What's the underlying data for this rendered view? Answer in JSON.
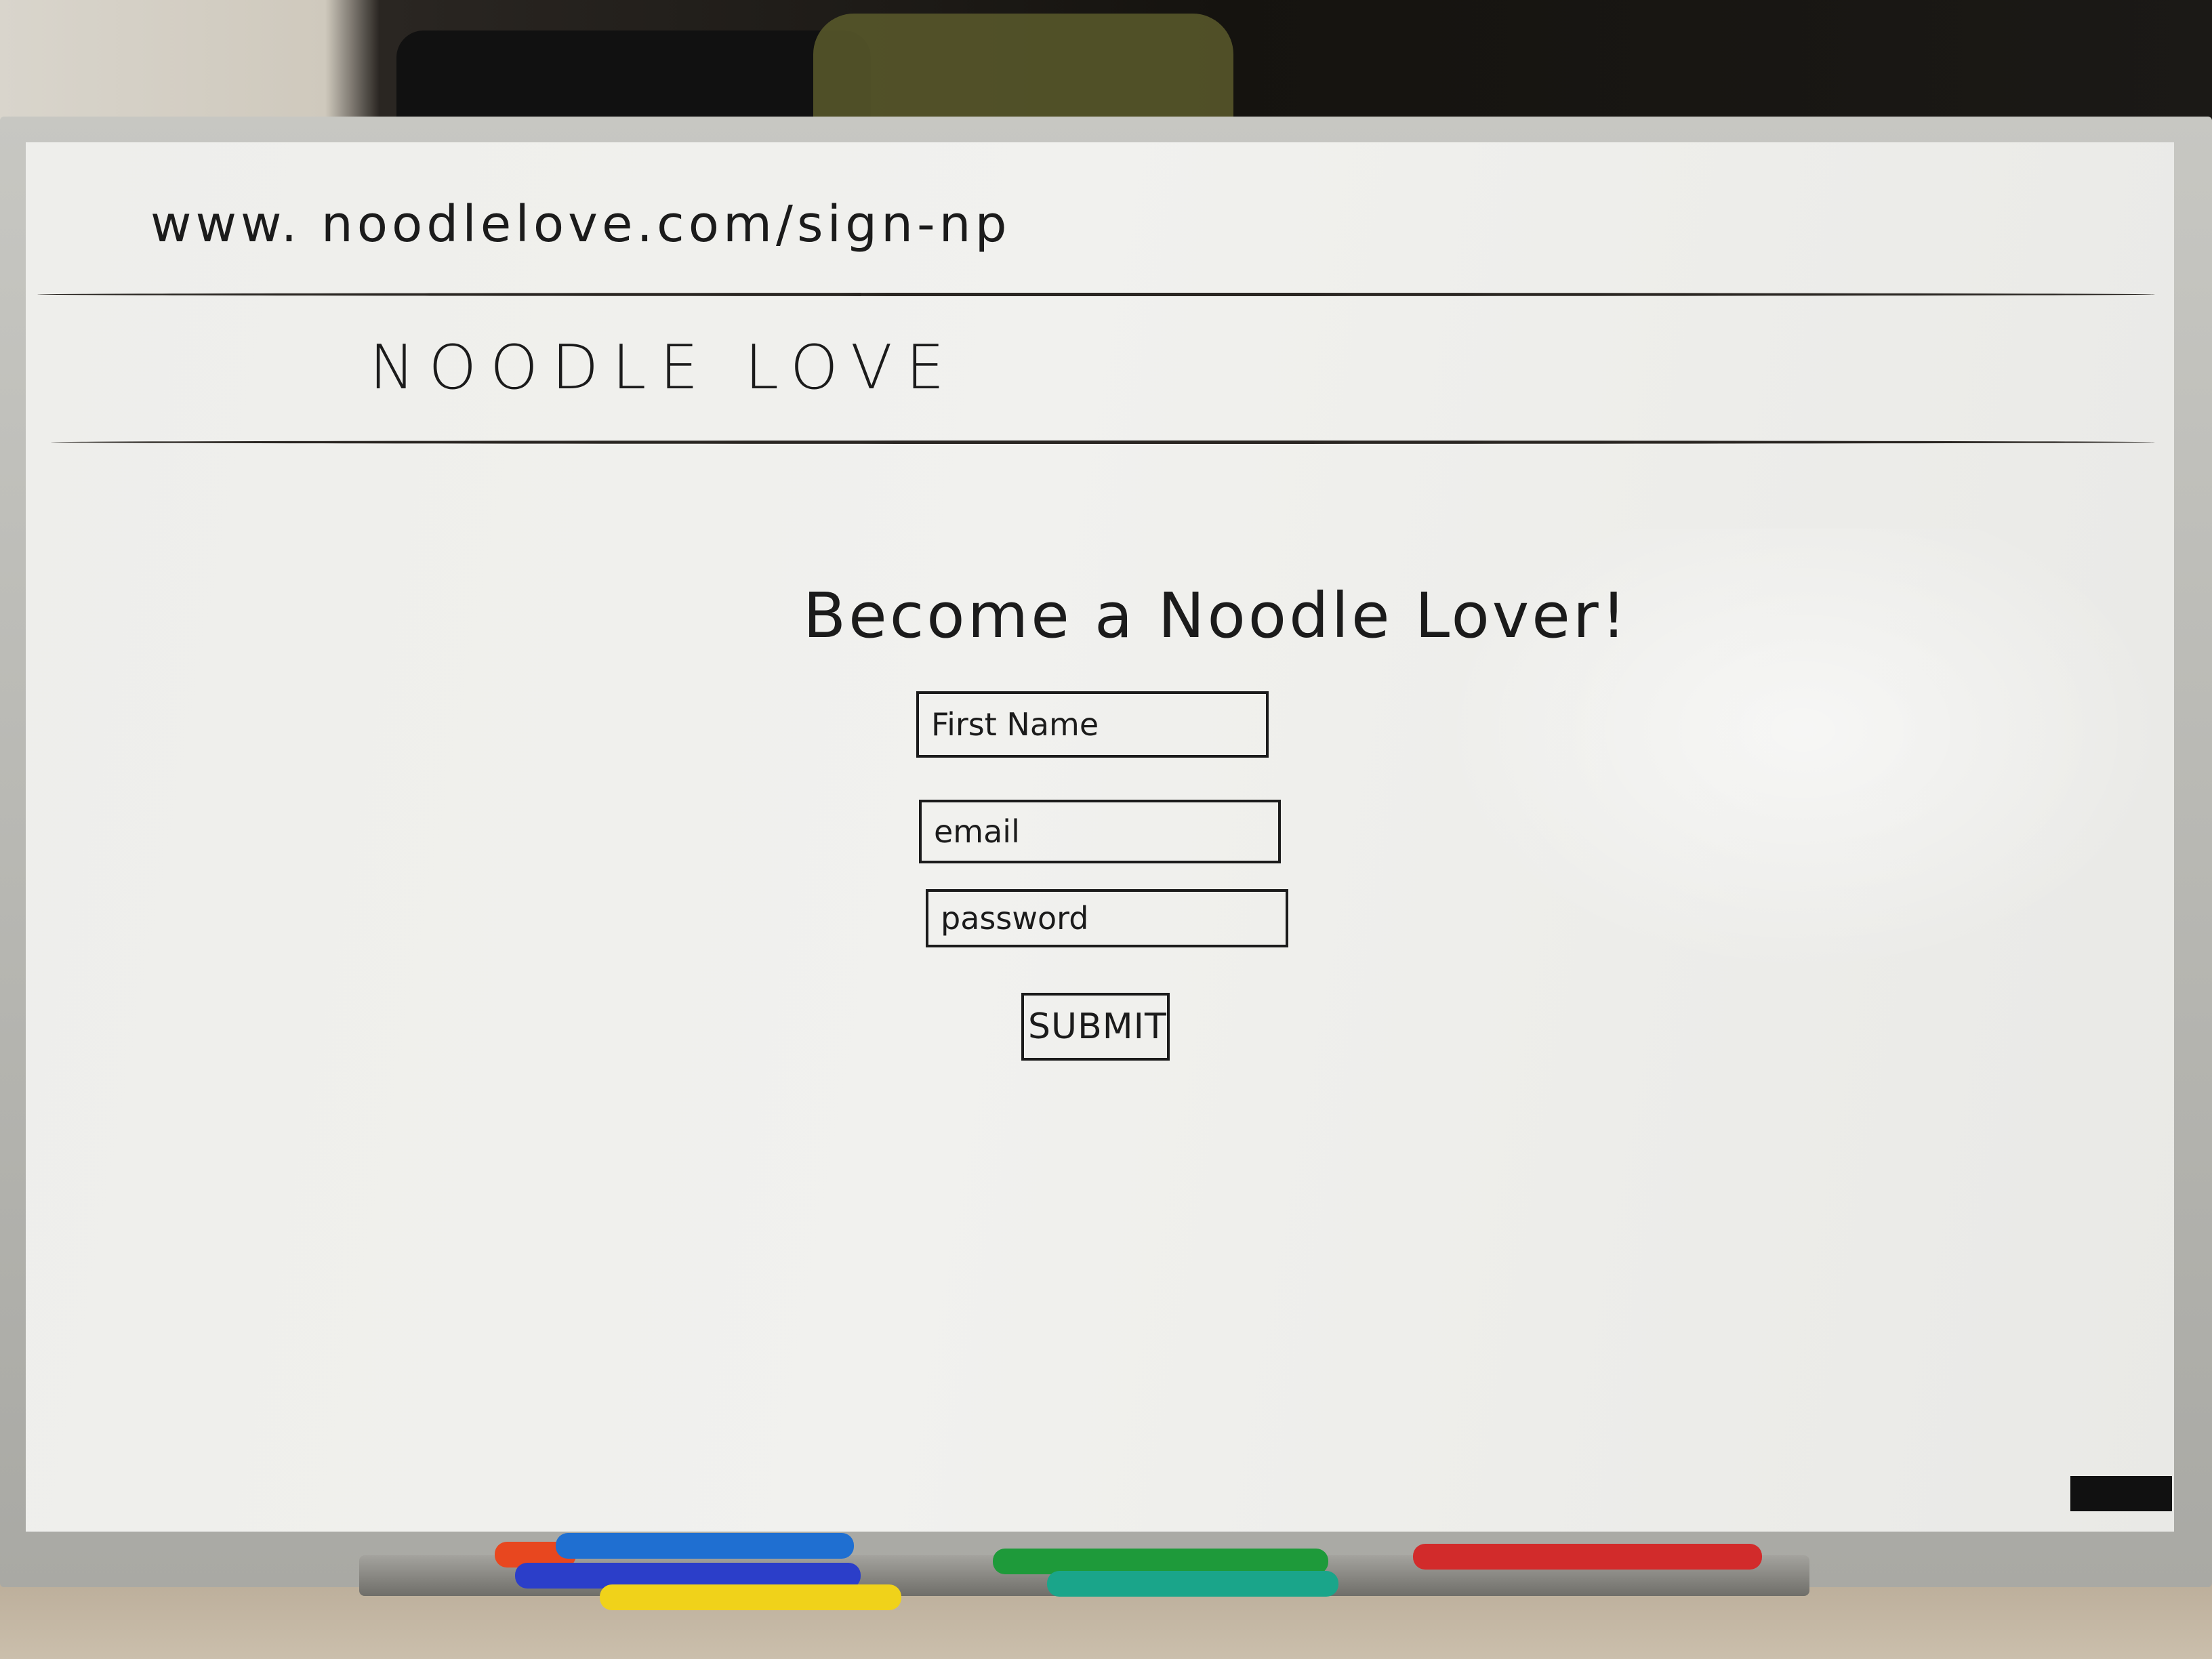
{
  "sketch": {
    "url": "www. noodlelove.com/sign-np",
    "brand": "NOODLE LOVE",
    "headline": "Become a Noodle Lover!",
    "fields": {
      "first_name_placeholder": "First Name",
      "email_placeholder": "email",
      "password_placeholder": "password"
    },
    "submit_label": "SUBMIT"
  },
  "colors": {
    "ink": "#1b1b1b",
    "board": "#eeeeeb",
    "frame": "#b9b9b4",
    "markers": [
      "#e8471f",
      "#1f6fd1",
      "#2b3ec9",
      "#f0d21a",
      "#1e9a3a",
      "#1aa58a",
      "#d22b2b"
    ]
  }
}
